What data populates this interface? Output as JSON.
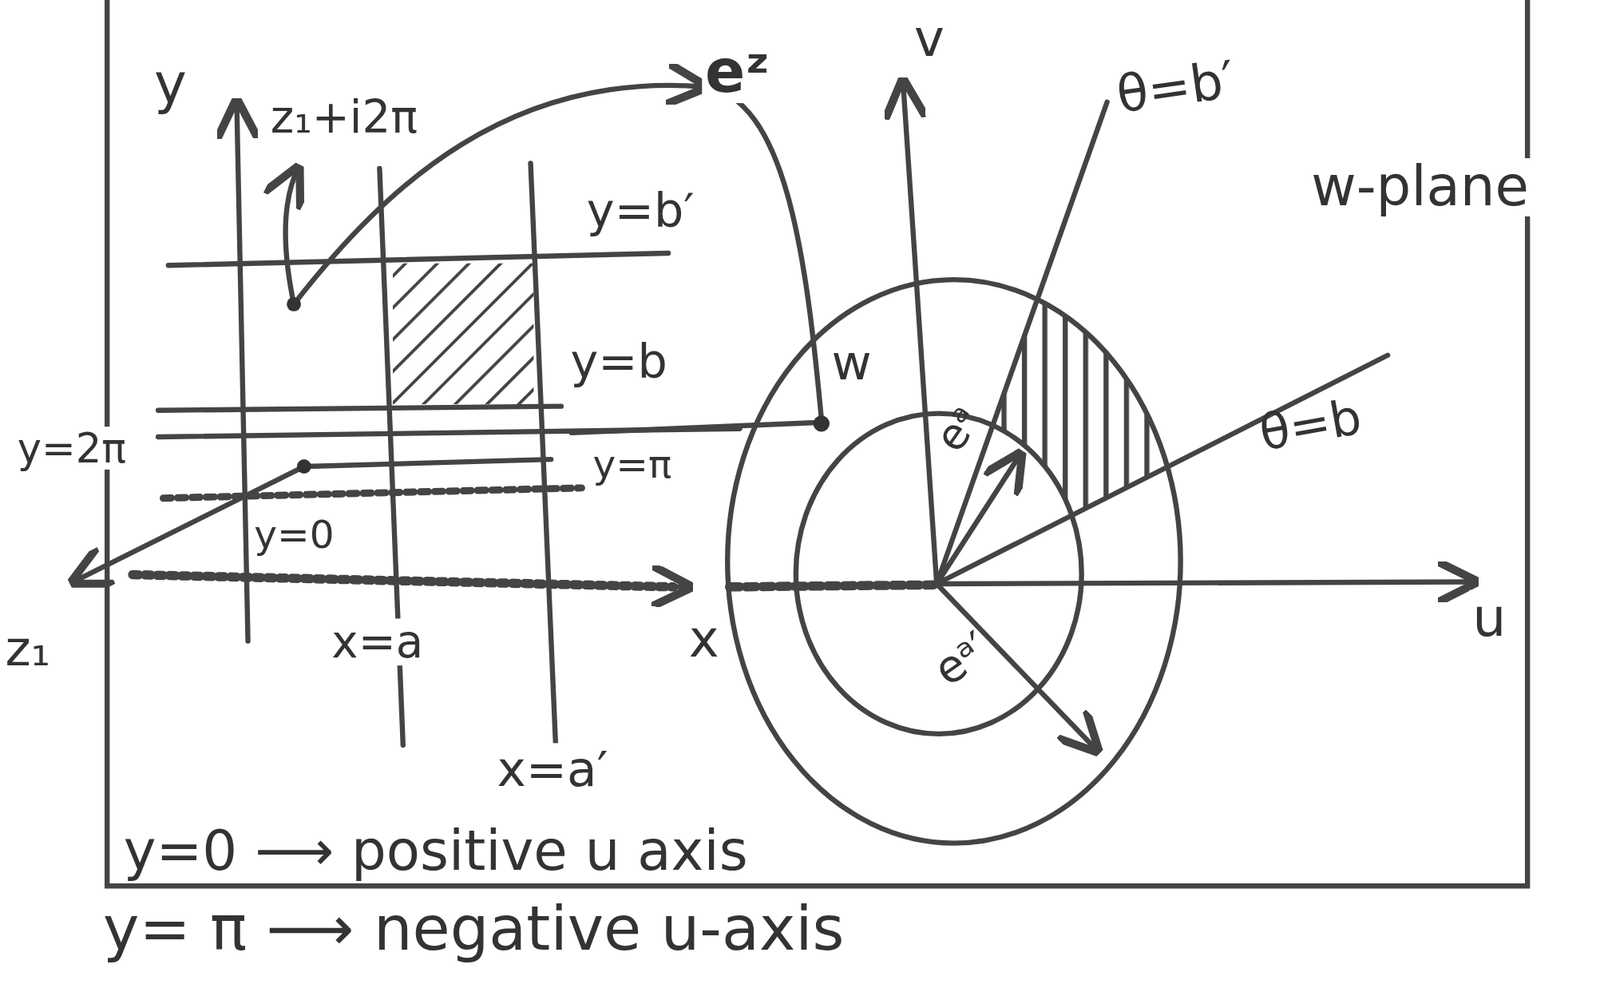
{
  "diagram": {
    "labels": [
      "y",
      "z₁+i2π",
      "eᶻ",
      "v",
      "θ=b′",
      "w-plane",
      "y=b′",
      "y=b",
      "w",
      "y=2π",
      "y=π",
      "y=0",
      "z₁",
      "x=a",
      "x=a′",
      "θ=b",
      "eᵃ",
      "eᵃ′",
      "u",
      "x",
      "y=0 ⟶ positive u axis",
      "y= π ⟶ negative u-axis"
    ]
  }
}
